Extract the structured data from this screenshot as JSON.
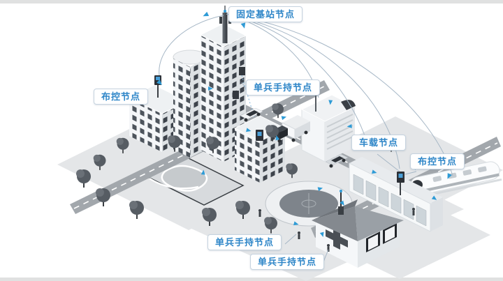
{
  "labels": [
    {
      "id": "fixed-base-station-node",
      "text": "固定基站节点"
    },
    {
      "id": "surveillance-node-left",
      "text": "布控节点"
    },
    {
      "id": "handheld-node-mid",
      "text": "单兵手持节点"
    },
    {
      "id": "vehicle-node",
      "text": "车载节点"
    },
    {
      "id": "surveillance-node-right",
      "text": "布控节点"
    },
    {
      "id": "handheld-node-bottom-left",
      "text": "单兵手持节点"
    },
    {
      "id": "handheld-node-bottom-right",
      "text": "单兵手持节点"
    }
  ],
  "colors": {
    "label_text": "#2E86C8",
    "label_border": "#C6D3DF",
    "label_bg": "#FFFFFF",
    "marker_blue": "#2E9BD6",
    "arc_line": "#A6B7C6",
    "device_screen": "#4A9FD8"
  }
}
